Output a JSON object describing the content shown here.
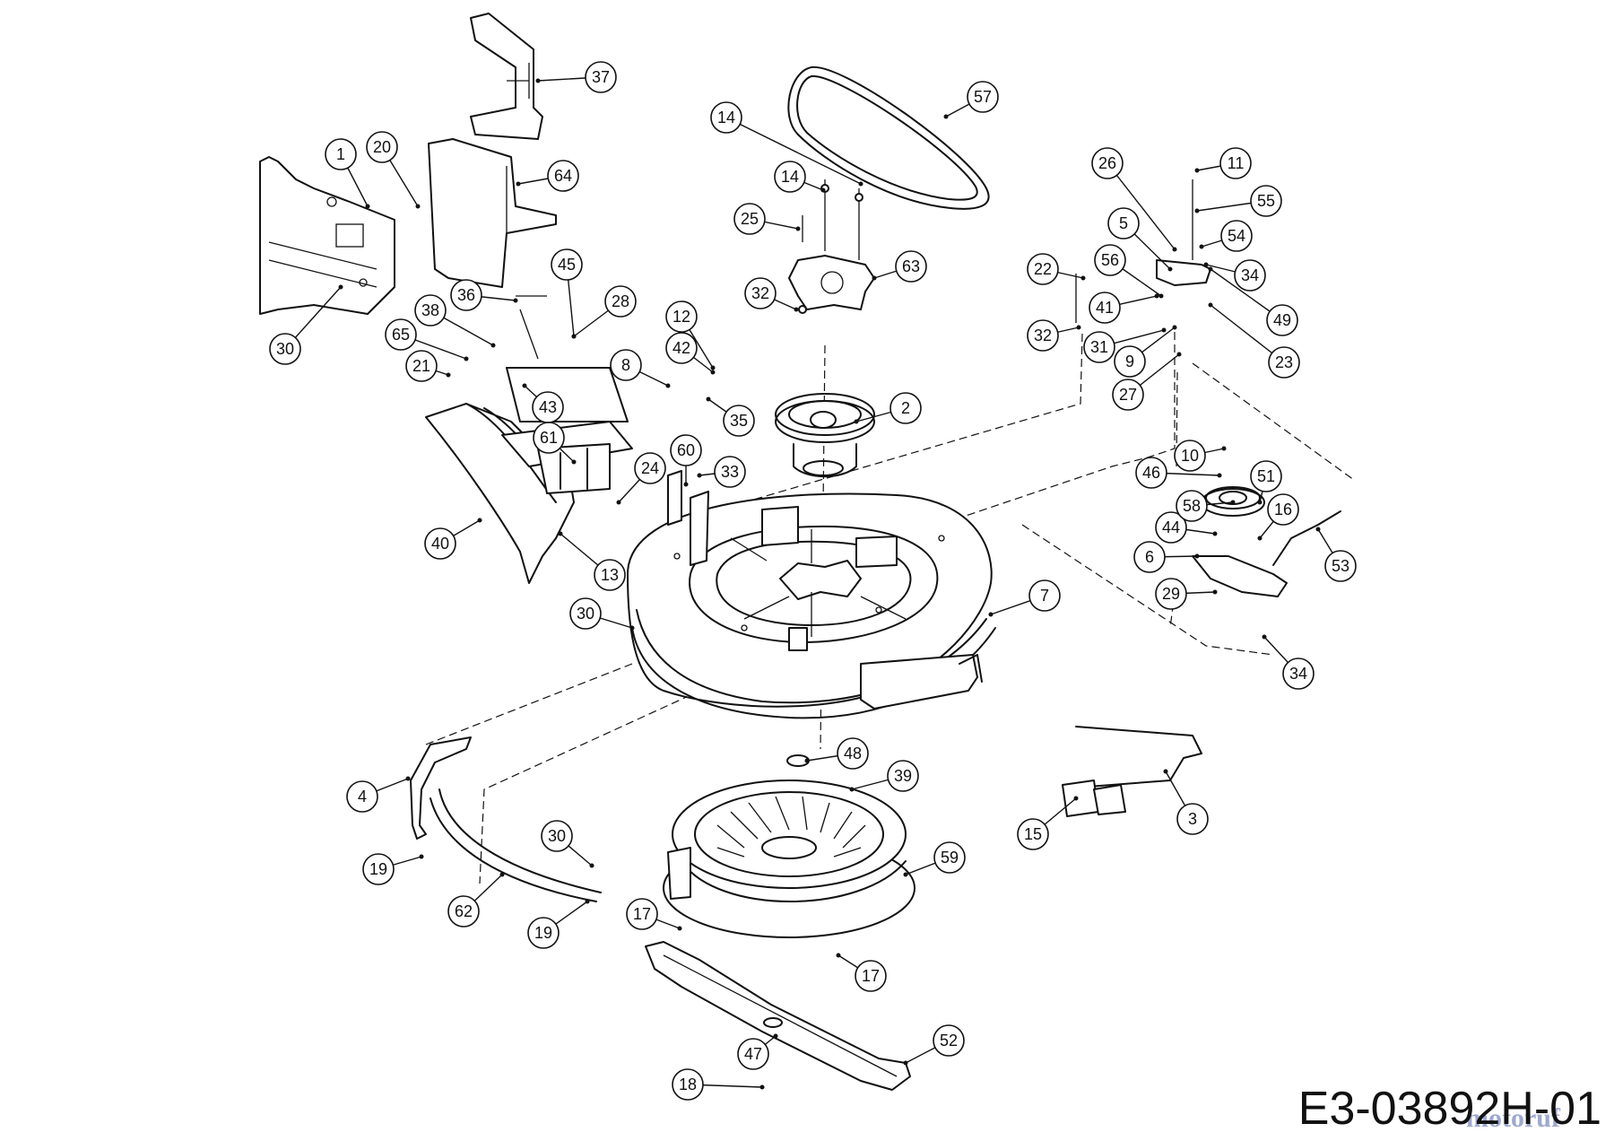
{
  "drawing": {
    "reference": "E3-03892H-01",
    "watermark": "motoruf"
  },
  "callouts": [
    "1",
    "2",
    "3",
    "4",
    "5",
    "6",
    "7",
    "8",
    "9",
    "10",
    "11",
    "12",
    "13",
    "14",
    "14",
    "15",
    "16",
    "17",
    "17",
    "18",
    "19",
    "19",
    "20",
    "21",
    "22",
    "23",
    "24",
    "25",
    "26",
    "27",
    "28",
    "29",
    "30",
    "30",
    "30",
    "31",
    "32",
    "32",
    "33",
    "34",
    "34",
    "35",
    "36",
    "37",
    "38",
    "39",
    "40",
    "41",
    "42",
    "43",
    "44",
    "45",
    "46",
    "47",
    "48",
    "49",
    "51",
    "52",
    "53",
    "54",
    "55",
    "56",
    "57",
    "58",
    "59",
    "60",
    "61",
    "62",
    "63",
    "64",
    "65"
  ]
}
